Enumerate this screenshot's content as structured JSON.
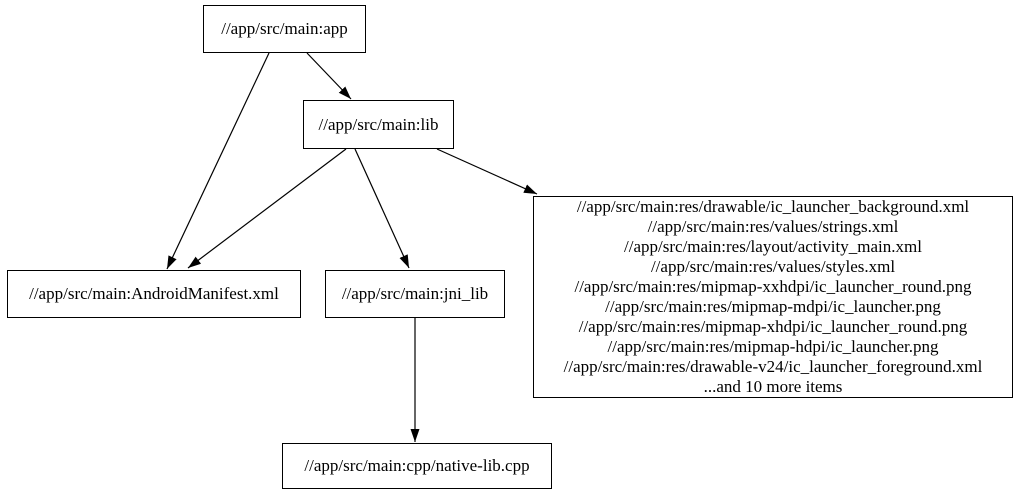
{
  "diagram": {
    "type": "dependency-graph",
    "background_color": "#ffffff",
    "node_border_color": "#000000",
    "edge_color": "#000000",
    "text_color": "#000000",
    "nodes": {
      "app": {
        "label": "//app/src/main:app"
      },
      "lib": {
        "label": "//app/src/main:lib"
      },
      "manifest": {
        "label": "//app/src/main:AndroidManifest.xml"
      },
      "jni_lib": {
        "label": "//app/src/main:jni_lib"
      },
      "resources": {
        "lines": [
          "//app/src/main:res/drawable/ic_launcher_background.xml",
          "//app/src/main:res/values/strings.xml",
          "//app/src/main:res/layout/activity_main.xml",
          "//app/src/main:res/values/styles.xml",
          "//app/src/main:res/mipmap-xxhdpi/ic_launcher_round.png",
          "//app/src/main:res/mipmap-mdpi/ic_launcher.png",
          "//app/src/main:res/mipmap-xhdpi/ic_launcher_round.png",
          "//app/src/main:res/mipmap-hdpi/ic_launcher.png",
          "//app/src/main:res/drawable-v24/ic_launcher_foreground.xml",
          "...and 10 more items"
        ]
      },
      "native_lib": {
        "label": "//app/src/main:cpp/native-lib.cpp"
      }
    },
    "edges": [
      {
        "from": "//app/src/main:app",
        "to": "//app/src/main:lib"
      },
      {
        "from": "//app/src/main:app",
        "to": "//app/src/main:AndroidManifest.xml"
      },
      {
        "from": "//app/src/main:lib",
        "to": "//app/src/main:AndroidManifest.xml"
      },
      {
        "from": "//app/src/main:lib",
        "to": "//app/src/main:jni_lib"
      },
      {
        "from": "//app/src/main:lib",
        "to": "resources-group"
      },
      {
        "from": "//app/src/main:jni_lib",
        "to": "//app/src/main:cpp/native-lib.cpp"
      }
    ]
  }
}
